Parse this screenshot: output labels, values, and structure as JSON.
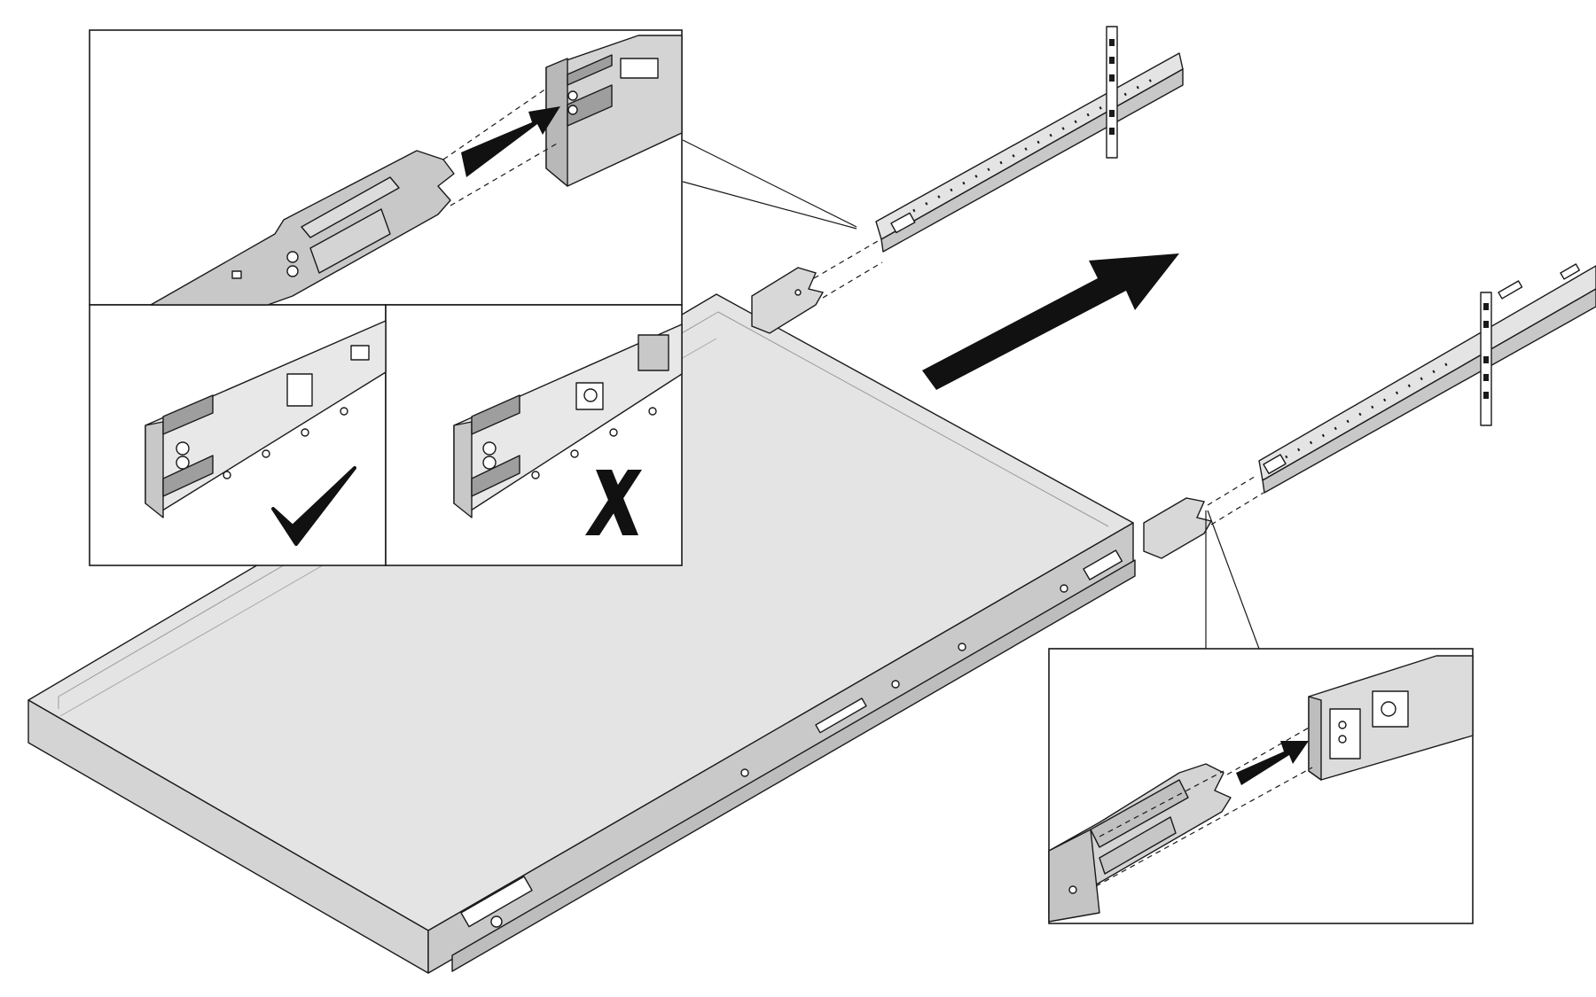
{
  "diagram": {
    "type": "installation-instruction",
    "subject": "server-rail-chassis-installation",
    "main_arrow": "arrow-up-right-icon",
    "insets": [
      {
        "id": "inset-top-detail",
        "icon": "arrow-right-icon"
      },
      {
        "id": "inset-correct",
        "icon": "checkmark-icon"
      },
      {
        "id": "inset-incorrect",
        "icon": "cross-icon"
      },
      {
        "id": "inset-bottom-detail",
        "icon": "arrow-right-icon"
      }
    ],
    "colors": {
      "line": "#1a1a1a",
      "chassis_fill": "#dcdcdc",
      "rail_fill": "#c8c8c8",
      "panel_bg": "#ffffff",
      "arrow": "#111111"
    }
  }
}
